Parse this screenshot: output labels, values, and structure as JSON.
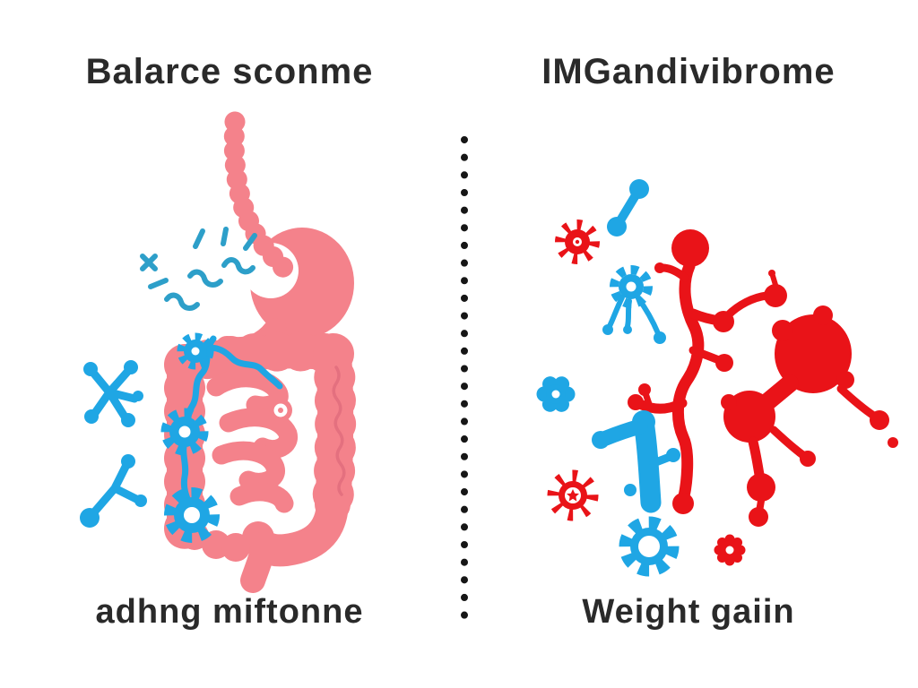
{
  "background": "#ffffff",
  "colors": {
    "background": "#ffffff",
    "pink": "#f4828b",
    "pink_dark": "#e4707f",
    "blue": "#1fa6e4",
    "teal": "#2d9fc9",
    "red": "#e91318",
    "text": "#2a2a2a",
    "divider": "#161616"
  },
  "left_panel": {
    "title": "Balarce sconme",
    "caption": "adhng miftonne",
    "illustration": {
      "name": "digestive-tract-with-balanced-microbiome",
      "elements": [
        "esophagus",
        "stomach",
        "large-intestine",
        "small-intestine",
        "blue-sparkle-squiggles",
        "blue-gear-microbe-chain",
        "blue-branched-microbes"
      ]
    }
  },
  "right_panel": {
    "title": "IMGandivibrome",
    "caption": "Weight gaiin",
    "illustration": {
      "name": "imbalanced-microbiome-cluster",
      "elements": [
        "red-sun-microbe",
        "blue-dumbbell-microbe",
        "blue-gear-microbe",
        "red-branching-microbe",
        "red-blob-microbe-cluster",
        "blue-flower-microbe",
        "red-star-sun-microbe",
        "blue-club-microbe",
        "blue-large-gear-microbe",
        "red-flower-gear-microbe"
      ]
    }
  },
  "divider": {
    "type": "vertical-dotted-line"
  }
}
